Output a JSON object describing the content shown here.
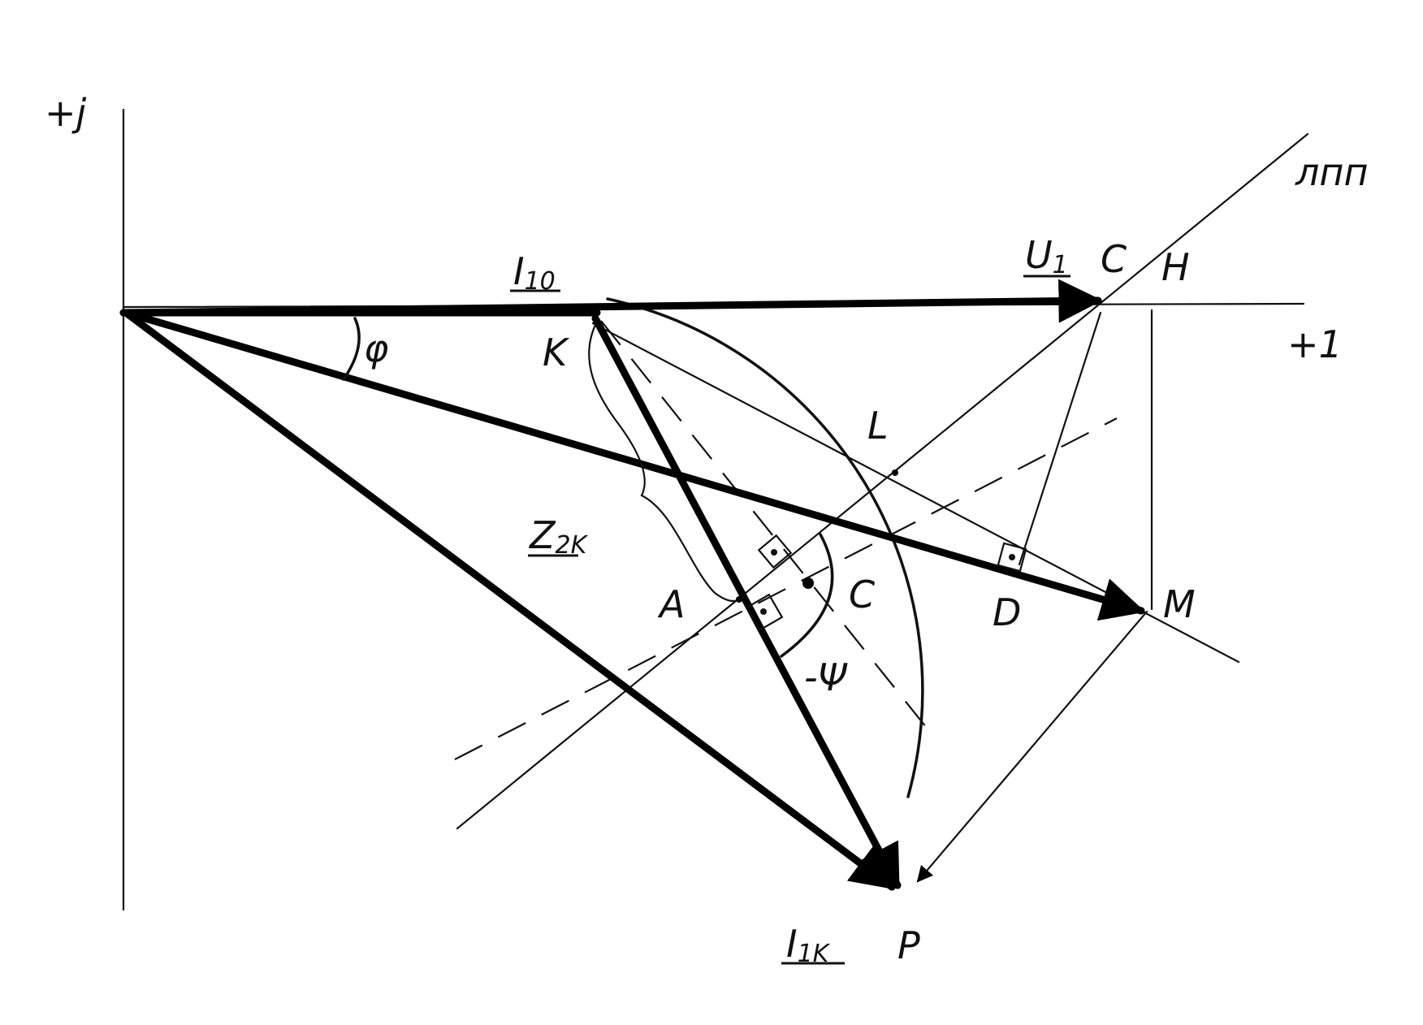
{
  "labels": {
    "axis_imag": "+j",
    "axis_real": "+1",
    "lpp": "лпп",
    "I10_main": "I",
    "I10_sub": "10",
    "U1_main": "U",
    "U1_sub": "1",
    "C_top": "C",
    "H": "H",
    "K": "K",
    "phi": "φ",
    "L": "L",
    "Z2k_main": "Z",
    "Z2k_sub": "2K",
    "A": "A",
    "C_center": "C",
    "D": "D",
    "M": "M",
    "psi": "-Ψ",
    "I1k_main": "I",
    "I1k_sub": "1K",
    "P": "P"
  }
}
